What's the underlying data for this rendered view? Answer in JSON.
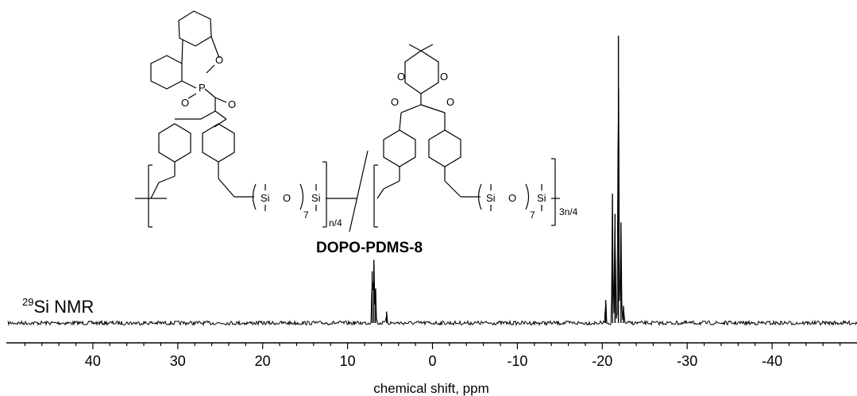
{
  "chart_data": {
    "type": "line",
    "nucleus_label_sup": "29",
    "nucleus_label_main": "Si NMR",
    "xlabel": "chemical shift, ppm",
    "x_reversed": true,
    "xlim": [
      50,
      -50
    ],
    "tick_labels": [
      "40",
      "30",
      "20",
      "10",
      "0",
      "-10",
      "-20",
      "-30",
      "-40"
    ],
    "tick_values": [
      40,
      30,
      20,
      10,
      0,
      -10,
      -20,
      -30,
      -40
    ],
    "grid": false,
    "peaks": [
      {
        "ppm": 7.1,
        "height": 0.18
      },
      {
        "ppm": 6.9,
        "height": 0.22
      },
      {
        "ppm": 6.7,
        "height": 0.12
      },
      {
        "ppm": 5.4,
        "height": 0.04
      },
      {
        "ppm": -20.4,
        "height": 0.08
      },
      {
        "ppm": -21.2,
        "height": 0.45
      },
      {
        "ppm": -21.5,
        "height": 0.38
      },
      {
        "ppm": -21.9,
        "height": 1.0
      },
      {
        "ppm": -22.2,
        "height": 0.35
      },
      {
        "ppm": -22.5,
        "height": 0.06
      }
    ]
  },
  "structure": {
    "compound_name": "DOPO-PDMS-8",
    "atom_P": "P",
    "atom_O": "O",
    "atom_Si": "Si",
    "repeat_7": "7",
    "subscript_left": "n/4",
    "subscript_right": "3n/4"
  }
}
